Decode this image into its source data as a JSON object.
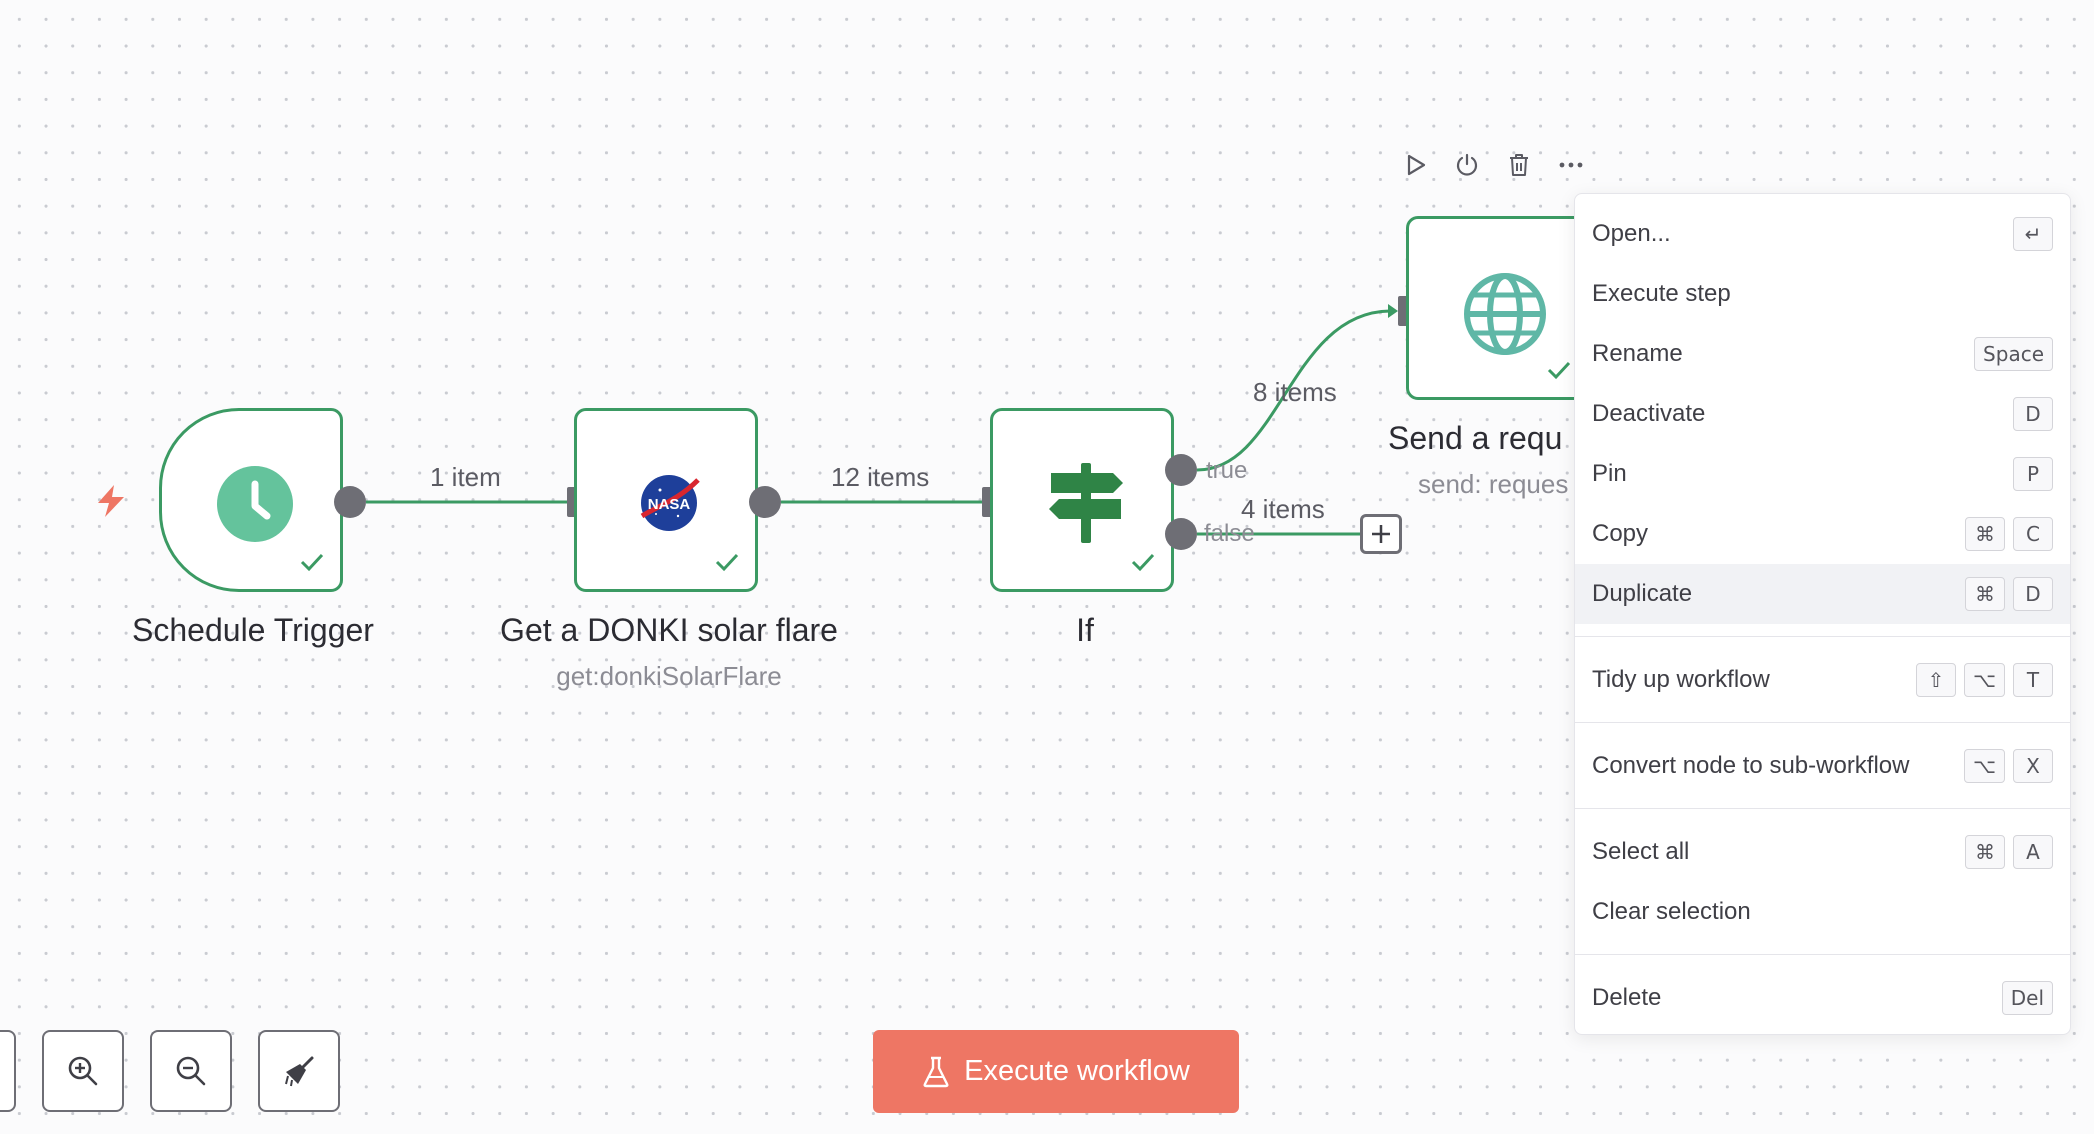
{
  "nodes": {
    "schedule": {
      "title": "Schedule Trigger"
    },
    "donki": {
      "title": "Get a DONKI solar flare",
      "subtitle": "get:donkiSolarFlare",
      "logo_text": "NASA"
    },
    "if": {
      "title": "If"
    },
    "request": {
      "title": "Send a requ",
      "subtitle": "send: reques"
    }
  },
  "edges": {
    "schedule_to_donki": "1 item",
    "donki_to_if": "12 items",
    "if_true": "true",
    "if_false": "false",
    "true_items": "8 items",
    "false_items": "4 items"
  },
  "node_toolbar": {
    "icons": [
      "play-icon",
      "power-icon",
      "trash-icon",
      "more-icon"
    ]
  },
  "context_menu": {
    "items": [
      {
        "label": "Open...",
        "keys": [
          "↵"
        ]
      },
      {
        "label": "Execute step",
        "keys": []
      },
      {
        "label": "Rename",
        "keys": [
          "Space"
        ]
      },
      {
        "label": "Deactivate",
        "keys": [
          "D"
        ]
      },
      {
        "label": "Pin",
        "keys": [
          "P"
        ]
      },
      {
        "label": "Copy",
        "keys": [
          "⌘",
          "C"
        ]
      },
      {
        "label": "Duplicate",
        "keys": [
          "⌘",
          "D"
        ],
        "active": true
      },
      {
        "label": "Tidy up workflow",
        "keys": [
          "⇧",
          "⌥",
          "T"
        ]
      },
      {
        "label": "Convert node to sub-workflow",
        "keys": [
          "⌥",
          "X"
        ]
      },
      {
        "label": "Select all",
        "keys": [
          "⌘",
          "A"
        ]
      },
      {
        "label": "Clear selection",
        "keys": []
      },
      {
        "label": "Delete",
        "keys": [
          "Del"
        ]
      }
    ]
  },
  "controls": {
    "buttons": [
      "zoom-in-icon",
      "zoom-out-icon",
      "tidy-broom-icon"
    ]
  },
  "execute_button": {
    "label": "Execute workflow"
  },
  "colors": {
    "node_border": "#3b9a63",
    "accent": "#ee7664",
    "trigger_bolt": "#ee7664",
    "globe": "#5fb7a6",
    "clock": "#64c39c",
    "signpost": "#2f8446"
  }
}
